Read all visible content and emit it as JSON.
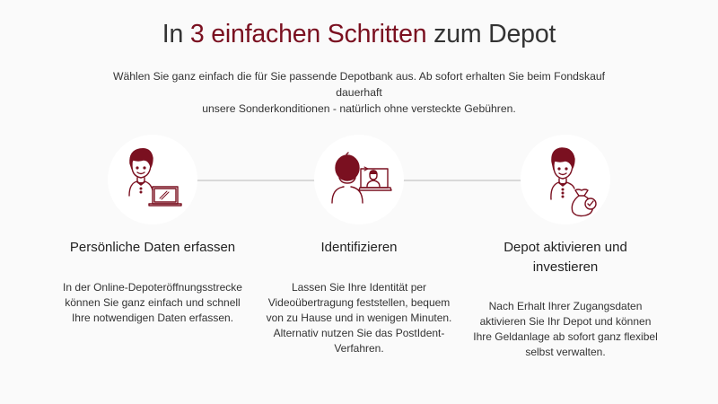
{
  "header": {
    "title_prefix": "In ",
    "title_accent": "3 einfachen Schritten",
    "title_suffix": " zum Depot",
    "intro_line1": "Wählen Sie ganz einfach die für Sie passende Depotbank aus. Ab sofort erhalten Sie beim Fondskauf dauerhaft",
    "intro_line2": "unsere Sonderkonditionen  - natürlich ohne versteckte Gebühren."
  },
  "colors": {
    "accent": "#7a1020",
    "background": "#fafafa",
    "circle": "#ffffff",
    "connector": "#d9d9d9"
  },
  "steps": [
    {
      "icon": "person-laptop-icon",
      "title": "Persönliche Daten erfassen",
      "text_lines": [
        "In der Online-Depoteröffnungsstrecke",
        "können Sie ganz einfach und schnell",
        "Ihre notwendigen Daten erfassen."
      ]
    },
    {
      "icon": "video-identification-icon",
      "title": "Identifizieren",
      "text_lines": [
        "Lassen Sie Ihre Identität per",
        "Videoübertragung feststellen, bequem",
        "von zu Hause und in wenigen Minuten.",
        "Alternativ nutzen Sie das PostIdent-",
        "Verfahren."
      ]
    },
    {
      "icon": "person-money-bag-icon",
      "title_lines": [
        "Depot aktivieren und",
        "investieren"
      ],
      "text_lines": [
        "Nach Erhalt Ihrer Zugangsdaten",
        "aktivieren Sie Ihr Depot und können",
        "Ihre Geldanlage ab sofort ganz flexibel",
        "selbst verwalten."
      ]
    }
  ]
}
